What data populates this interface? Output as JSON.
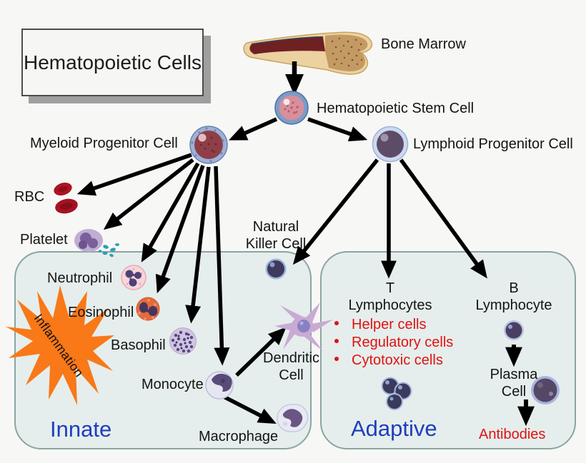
{
  "title": "Hematopoietic Cells",
  "colors": {
    "accent_blue": "#1f3ebe",
    "alert_red": "#e11212",
    "star_orange": "#f97818",
    "box_fill": "#e5eeec",
    "box_border": "#8aa5a2"
  },
  "nodes": {
    "bone_marrow": "Bone Marrow",
    "stem_cell": "Hematopoietic Stem Cell",
    "myeloid": "Myeloid Progenitor Cell",
    "lymphoid": "Lymphoid Progenitor Cell",
    "rbc": "RBC",
    "platelet": "Platelet",
    "neutrophil": "Neutrophil",
    "eosinophil": "Eosinophil",
    "basophil": "Basophil",
    "monocyte": "Monocyte",
    "nk_line1": "Natural",
    "nk_line2": "Killer Cell",
    "dendritic_line1": "Dendritic",
    "dendritic_line2": "Cell",
    "macrophage": "Macrophage",
    "t_line1": "T",
    "t_line2": "Lymphocytes",
    "b_line1": "B",
    "b_line2": "Lymphocyte",
    "plasma_line1": "Plasma",
    "plasma_line2": "Cell",
    "antibodies": "Antibodies"
  },
  "innate": {
    "label": "Innate"
  },
  "adaptive": {
    "label": "Adaptive",
    "t_bullets": [
      "Helper cells",
      "Regulatory cells",
      "Cytotoxic cells"
    ]
  },
  "inflammation": {
    "label": "Inflammation"
  }
}
